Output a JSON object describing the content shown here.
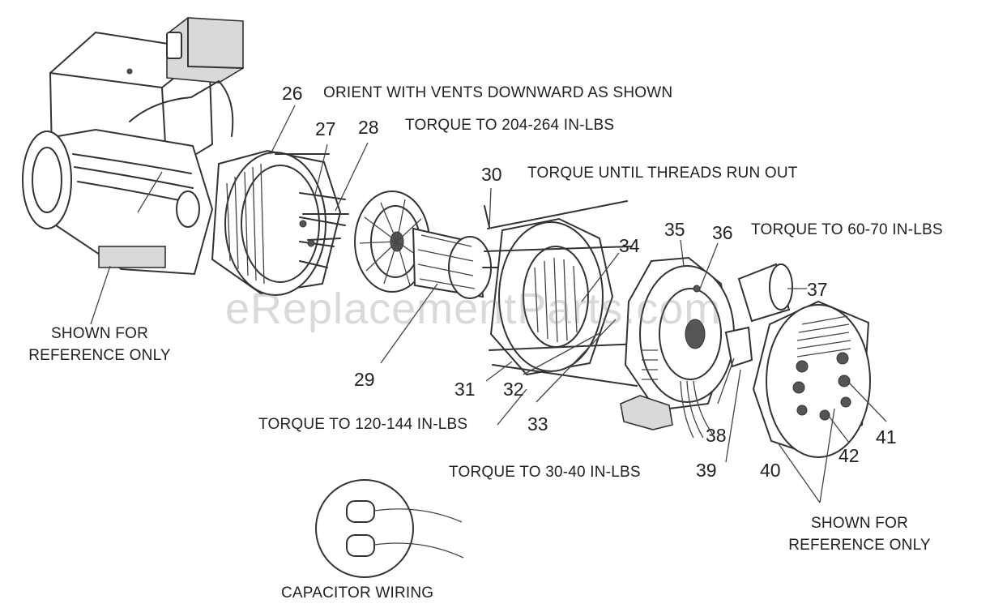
{
  "watermark": "eReplacementParts.com",
  "notes": {
    "orient": "ORIENT WITH VENTS DOWNWARD AS SHOWN",
    "torque_204": "TORQUE TO 204-264 IN-LBS",
    "torque_threads": "TORQUE UNTIL THREADS RUN OUT",
    "torque_60": "TORQUE TO 60-70 IN-LBS",
    "torque_120": "TORQUE TO 120-144 IN-LBS",
    "torque_30": "TORQUE TO 30-40 IN-LBS",
    "ref_left_line1": "SHOWN FOR",
    "ref_left_line2": "REFERENCE ONLY",
    "ref_right_line1": "SHOWN FOR",
    "ref_right_line2": "REFERENCE ONLY",
    "capacitor": "CAPACITOR WIRING"
  },
  "parts": {
    "p26": "26",
    "p27": "27",
    "p28": "28",
    "p29": "29",
    "p30": "30",
    "p31": "31",
    "p32": "32",
    "p33": "33",
    "p34": "34",
    "p35": "35",
    "p36": "36",
    "p37": "37",
    "p38": "38",
    "p39": "39",
    "p40": "40",
    "p41": "41",
    "p42": "42"
  }
}
